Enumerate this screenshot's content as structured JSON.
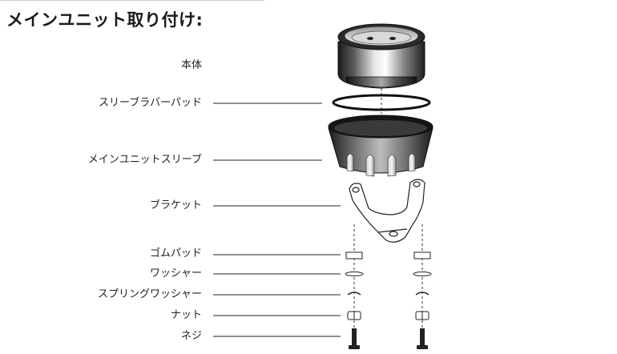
{
  "title": "メインユニット取り付け:",
  "parts": {
    "body": "本体",
    "sleeve_rubber_pad": "スリーブラバーパッド",
    "main_unit_sleeve": "メインユニットスリーブ",
    "bracket": "ブラケット",
    "rubber_pad": "ゴムパッド",
    "washer": "ワッシャー",
    "spring_washer": "スプリングワッシャー",
    "nut": "ナット",
    "screw": "ネジ"
  }
}
